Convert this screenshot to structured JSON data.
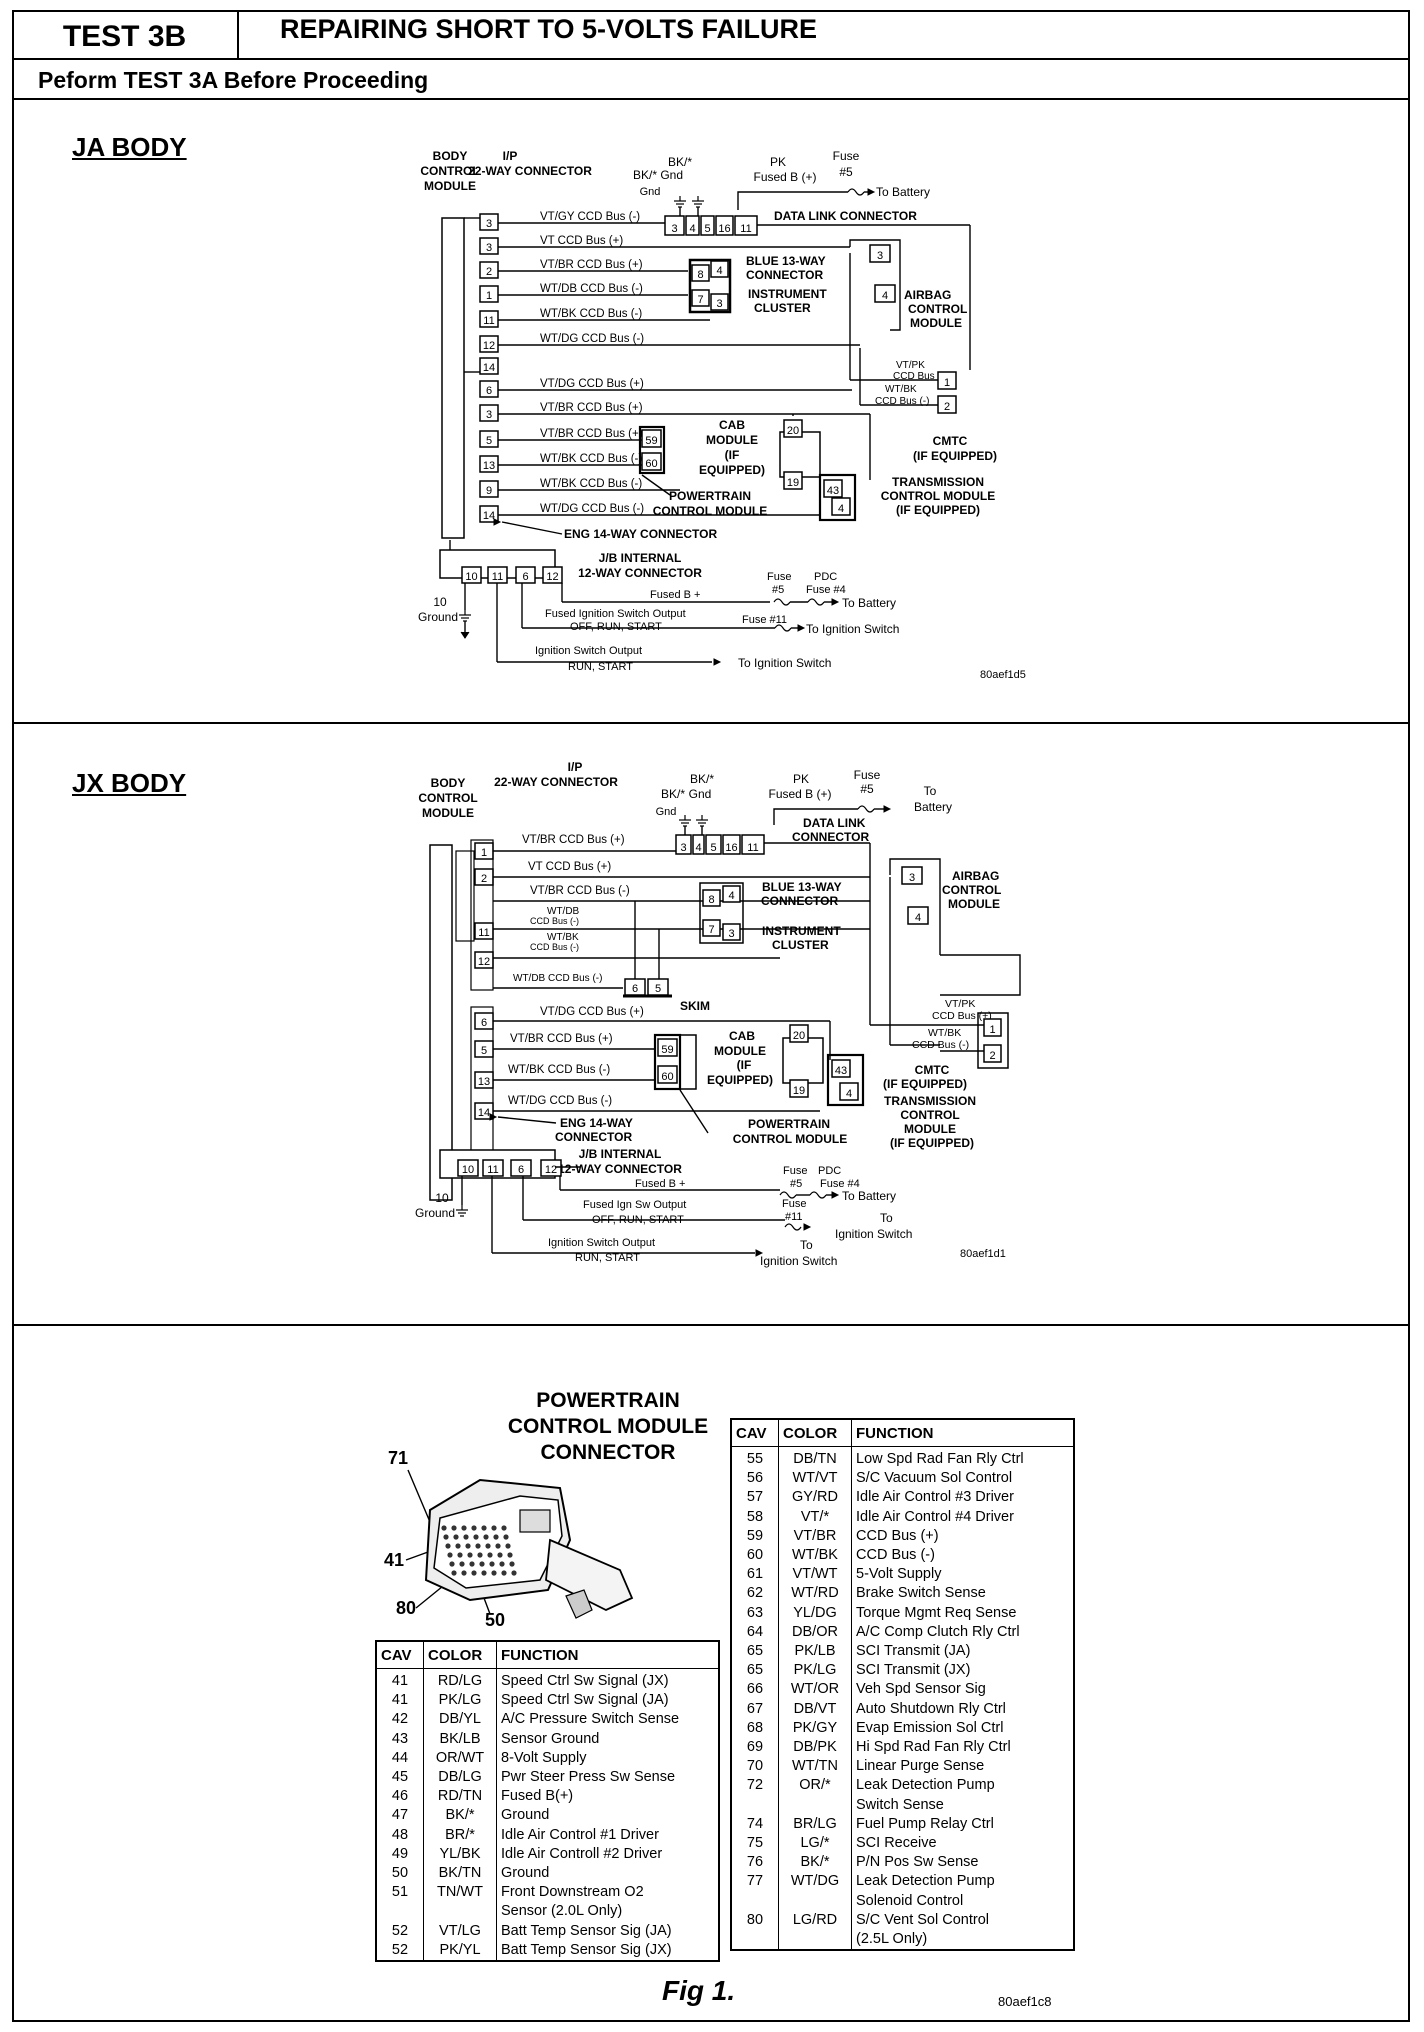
{
  "header": {
    "test_id": "TEST 3B",
    "title": "REPAIRING SHORT TO 5-VOLTS FAILURE",
    "subtitle": "Peform TEST 3A Before Proceeding"
  },
  "ja_body": {
    "label": "JA BODY",
    "body_control_module": [
      "BODY",
      "CONTROL",
      "MODULE"
    ],
    "ip_connector": [
      "I/P",
      "22-WAY CONNECTOR"
    ],
    "bk_gnd_1": [
      "BK/*",
      "Gnd"
    ],
    "bk_gnd_2": [
      "BK/* Gnd"
    ],
    "gnd": "Gnd",
    "pk_fused": [
      "PK",
      "Fused B (+)"
    ],
    "fuse5": [
      "Fuse",
      "#5"
    ],
    "to_battery": "To Battery",
    "dlc_pins": [
      "3",
      "4",
      "5",
      "16",
      "11"
    ],
    "dlc_label": "DATA LINK CONNECTOR",
    "wires": [
      {
        "pin": "3",
        "label": "VT/GY CCD Bus (-)"
      },
      {
        "pin": "3",
        "label": "VT CCD Bus (+)"
      },
      {
        "pin": "2",
        "label": "VT/BR CCD Bus (+)"
      },
      {
        "pin": "1",
        "label": "WT/DB CCD Bus (-)"
      },
      {
        "pin": "11",
        "label": "WT/BK CCD Bus (-)"
      },
      {
        "pin": "12",
        "label": "WT/DG CCD Bus (-)"
      },
      {
        "pin": "14",
        "label": ""
      },
      {
        "pin": "6",
        "label": "VT/DG CCD Bus (+)"
      },
      {
        "pin": "3",
        "label": "VT/BR CCD Bus (+)"
      },
      {
        "pin": "5",
        "label": "VT/BR CCD Bus (+)"
      },
      {
        "pin": "13",
        "label": "WT/BK CCD Bus (-)"
      },
      {
        "pin": "9",
        "label": "WT/BK CCD Bus (-)"
      },
      {
        "pin": "14",
        "label": "WT/DG CCD Bus (-)"
      }
    ],
    "blue_connector": [
      "BLUE 13-WAY",
      "CONNECTOR"
    ],
    "instrument_cluster": [
      "INSTRUMENT",
      "CLUSTER"
    ],
    "blue_pins": [
      "8",
      "4",
      "7",
      "3"
    ],
    "airbag": [
      "AIRBAG",
      "CONTROL",
      "MODULE"
    ],
    "airbag_pins": [
      "3",
      "4"
    ],
    "cmtc_wires": [
      "VT/PK",
      "CCD Bus (+)",
      "WT/BK",
      "CCD Bus (-)"
    ],
    "cmtc_pins": [
      "1",
      "2"
    ],
    "cmtc": [
      "CMTC",
      "(IF EQUIPPED)"
    ],
    "cab": [
      "CAB",
      "MODULE",
      "(IF",
      "EQUIPPED)"
    ],
    "cab_pins": [
      "59",
      "60",
      "20",
      "19"
    ],
    "pcm": [
      "POWERTRAIN",
      "CONTROL MODULE"
    ],
    "tcm": [
      "TRANSMISSION",
      "CONTROL MODULE",
      "(IF EQUIPPED)"
    ],
    "tcm_pins": [
      "43",
      "4"
    ],
    "eng_connector": "ENG 14-WAY CONNECTOR",
    "jb_connector": [
      "J/B INTERNAL",
      "12-WAY CONNECTOR"
    ],
    "jb_pins": [
      "10",
      "11",
      "6",
      "12"
    ],
    "ground": [
      "10",
      "Ground"
    ],
    "fused_b": "Fused B +",
    "fuse_pdc": [
      "Fuse",
      "#5",
      "PDC",
      "Fuse #4"
    ],
    "fused_ign": [
      "Fused Ignition Switch Output",
      "OFF, RUN, START"
    ],
    "fuse11": "Fuse #11",
    "to_ign": "To Ignition Switch",
    "ign_out": [
      "Ignition Switch Output",
      "RUN, START"
    ],
    "to_ign2": "To Ignition Switch",
    "code": "80aef1d5"
  },
  "jx_body": {
    "label": "JX BODY",
    "body_control_module": [
      "BODY",
      "CONTROL",
      "MODULE"
    ],
    "ip_connector": [
      "I/P",
      "22-WAY CONNECTOR"
    ],
    "bk_gnd_1": [
      "BK/*",
      "Gnd"
    ],
    "bk_gnd_2": "BK/*",
    "gnd": "Gnd",
    "pk_fused": [
      "PK",
      "Fused B (+)"
    ],
    "fuse5": [
      "Fuse",
      "#5"
    ],
    "to_battery": [
      "To",
      "Battery"
    ],
    "dlc_pins": [
      "3",
      "4",
      "5",
      "16",
      "11"
    ],
    "dlc_label": [
      "DATA LINK",
      "CONNECTOR"
    ],
    "wires": [
      {
        "pin": "1",
        "label": "VT/BR CCD Bus (+)"
      },
      {
        "pin": "2",
        "label": "VT CCD Bus (+)"
      },
      {
        "pin": "",
        "label": "VT/BR CCD Bus (-)"
      },
      {
        "pin": "",
        "label": "WT/DB CCD Bus (-)"
      },
      {
        "pin": "11",
        "label": "WT/BK CCD Bus (-)"
      },
      {
        "pin": "12",
        "label": "WT/DB CCD Bus (-)"
      },
      {
        "pin": "6",
        "label": "VT/DG CCD Bus (+)"
      },
      {
        "pin": "5",
        "label": "VT/BR CCD Bus (+)"
      },
      {
        "pin": "13",
        "label": "WT/BK CCD Bus (-)"
      },
      {
        "pin": "14",
        "label": "WT/DG CCD Bus (-)"
      }
    ],
    "skim": "SKIM",
    "skim_pins": [
      "6",
      "5"
    ],
    "blue_connector": [
      "BLUE 13-WAY",
      "CONNECTOR"
    ],
    "instrument_cluster": [
      "INSTRUMENT",
      "CLUSTER"
    ],
    "blue_pins": [
      "8",
      "4",
      "7",
      "3"
    ],
    "airbag": [
      "AIRBAG",
      "CONTROL",
      "MODULE"
    ],
    "airbag_pins": [
      "3",
      "4"
    ],
    "cmtc_wires": [
      "VT/PK",
      "CCD Bus (+)",
      "WT/BK",
      "CCD Bus (-)"
    ],
    "cmtc_pins": [
      "1",
      "2"
    ],
    "cmtc": [
      "CMTC",
      "(IF EQUIPPED)"
    ],
    "cab": [
      "CAB",
      "MODULE",
      "(IF",
      "EQUIPPED)"
    ],
    "cab_pins": [
      "59",
      "60",
      "20",
      "19"
    ],
    "pcm": [
      "POWERTRAIN",
      "CONTROL MODULE"
    ],
    "tcm": [
      "TRANSMISSION",
      "CONTROL",
      "MODULE",
      "(IF EQUIPPED)"
    ],
    "tcm_pins": [
      "43",
      "4"
    ],
    "eng_connector": [
      "ENG 14-WAY",
      "CONNECTOR"
    ],
    "jb_connector": [
      "J/B INTERNAL",
      "12-WAY CONNECTOR"
    ],
    "jb_pins": [
      "10",
      "11",
      "6",
      "12"
    ],
    "ground": [
      "10",
      "Ground"
    ],
    "fused_b": "Fused B +",
    "fuse_pdc": [
      "Fuse",
      "#5",
      "PDC",
      "Fuse #4"
    ],
    "fused_ign": [
      "Fused Ign Sw Output",
      "OFF, RUN, START"
    ],
    "fuse11": [
      "Fuse",
      "#11"
    ],
    "to_ign": [
      "To",
      "Ignition Switch"
    ],
    "ign_out": [
      "Ignition Switch Output",
      "RUN, START"
    ],
    "to_ign2": [
      "To",
      "Ignition Switch"
    ],
    "code": "80aef1d1"
  },
  "connector": {
    "title": [
      "POWERTRAIN",
      "CONTROL MODULE",
      "CONNECTOR"
    ],
    "pin_labels": [
      "71",
      "41",
      "80",
      "50"
    ]
  },
  "table_headers": [
    "CAV",
    "COLOR",
    "FUNCTION"
  ],
  "table_left": [
    [
      "41",
      "RD/LG",
      "Speed Ctrl Sw Signal (JX)"
    ],
    [
      "41",
      "PK/LG",
      "Speed Ctrl Sw Signal (JA)"
    ],
    [
      "42",
      "DB/YL",
      "A/C Pressure Switch Sense"
    ],
    [
      "43",
      "BK/LB",
      "Sensor Ground"
    ],
    [
      "44",
      "OR/WT",
      "8-Volt Supply"
    ],
    [
      "45",
      "DB/LG",
      "Pwr Steer Press Sw Sense"
    ],
    [
      "46",
      "RD/TN",
      "Fused B(+)"
    ],
    [
      "47",
      "BK/*",
      "Ground"
    ],
    [
      "48",
      "BR/*",
      "Idle Air Control #1 Driver"
    ],
    [
      "49",
      "YL/BK",
      "Idle Air Controll #2 Driver"
    ],
    [
      "50",
      "BK/TN",
      "Ground"
    ],
    [
      "51",
      "TN/WT",
      "Front Downstream O2"
    ],
    [
      "",
      "",
      "   Sensor (2.0L Only)"
    ],
    [
      "52",
      "VT/LG",
      "Batt Temp Sensor Sig (JA)"
    ],
    [
      "52",
      "PK/YL",
      "Batt Temp Sensor Sig (JX)"
    ]
  ],
  "table_right": [
    [
      "55",
      "DB/TN",
      "Low Spd Rad Fan Rly Ctrl"
    ],
    [
      "56",
      "WT/VT",
      "S/C Vacuum Sol Control"
    ],
    [
      "57",
      "GY/RD",
      "Idle Air Control #3 Driver"
    ],
    [
      "58",
      "VT/*",
      "Idle Air Control #4 Driver"
    ],
    [
      "59",
      "VT/BR",
      "CCD Bus (+)"
    ],
    [
      "60",
      "WT/BK",
      "CCD Bus (-)"
    ],
    [
      "61",
      "VT/WT",
      "5-Volt Supply"
    ],
    [
      "62",
      "WT/RD",
      "Brake Switch Sense"
    ],
    [
      "63",
      "YL/DG",
      "Torque Mgmt Req Sense"
    ],
    [
      "64",
      "DB/OR",
      "A/C Comp Clutch Rly Ctrl"
    ],
    [
      "65",
      "PK/LB",
      "SCI Transmit (JA)"
    ],
    [
      "65",
      "PK/LG",
      "SCI Transmit (JX)"
    ],
    [
      "66",
      "WT/OR",
      "Veh Spd Sensor Sig"
    ],
    [
      "67",
      "DB/VT",
      "Auto Shutdown Rly Ctrl"
    ],
    [
      "68",
      "PK/GY",
      "Evap Emission Sol Ctrl"
    ],
    [
      "69",
      "DB/PK",
      "Hi Spd Rad Fan Rly Ctrl"
    ],
    [
      "70",
      "WT/TN",
      "Linear Purge Sense"
    ],
    [
      "72",
      "OR/*",
      "Leak Detection Pump"
    ],
    [
      "",
      "",
      "   Switch Sense"
    ],
    [
      "74",
      "BR/LG",
      "Fuel Pump Relay Ctrl"
    ],
    [
      "75",
      "LG/*",
      "SCI Receive"
    ],
    [
      "76",
      "BK/*",
      "P/N Pos Sw Sense"
    ],
    [
      "77",
      "WT/DG",
      "Leak Detection Pump"
    ],
    [
      "",
      "",
      "   Solenoid Control"
    ],
    [
      "80",
      "LG/RD",
      "S/C Vent Sol Control"
    ],
    [
      "",
      "",
      "   (2.5L Only)"
    ]
  ],
  "table_code": "80aef1c8",
  "figure_caption": "Fig 1."
}
